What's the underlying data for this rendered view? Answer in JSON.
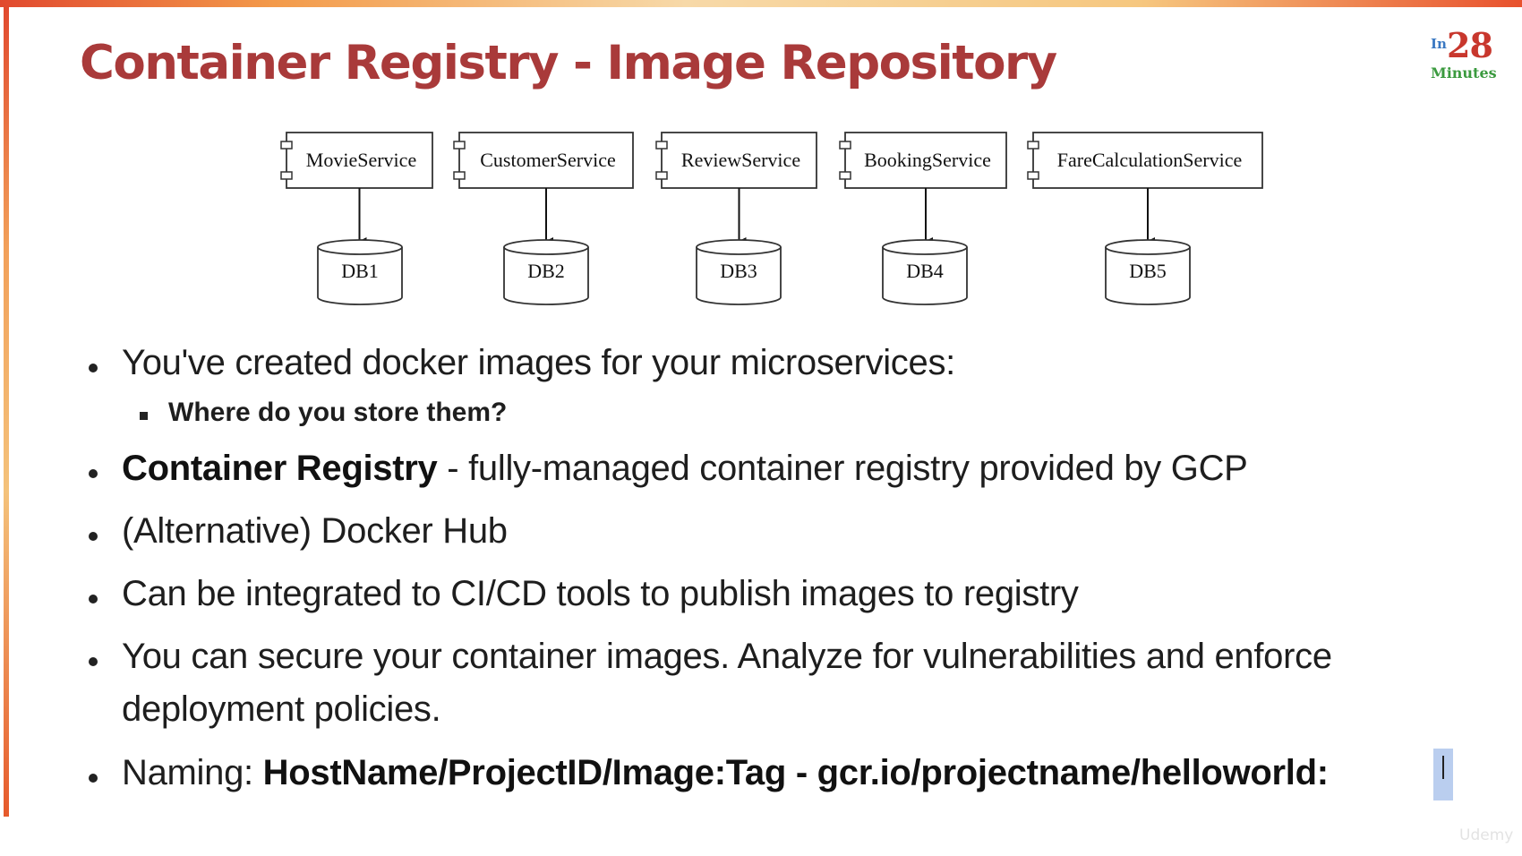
{
  "title": "Container Registry - Image Repository",
  "logo": {
    "in": "In",
    "number": "28",
    "minutes": "Minutes"
  },
  "diagram": {
    "services": [
      "MovieService",
      "CustomerService",
      "ReviewService",
      "BookingService",
      "FareCalculationService"
    ],
    "databases": [
      "DB1",
      "DB2",
      "DB3",
      "DB4",
      "DB5"
    ]
  },
  "bullets": {
    "b1": "You've created docker images for your microservices:",
    "b1_sub": "Where do you store them?",
    "b2_bold": "Container Registry",
    "b2_rest": " - fully-managed container registry provided by GCP",
    "b3": "(Alternative) Docker Hub",
    "b4": "Can be integrated to CI/CD tools to publish images to registry",
    "b5_line1": "You can secure your container images. Analyze for vulnerabilities and enforce",
    "b5_line2": "deployment policies.",
    "b6_label": "Naming: ",
    "b6_bold": "HostName/ProjectID/Image:Tag - gcr.io/projectname/helloworld:"
  },
  "watermark": "Udemy",
  "colors": {
    "title": "#a93a3a",
    "accent_orange": "#f39a4a",
    "selection": "#aec6ec"
  }
}
